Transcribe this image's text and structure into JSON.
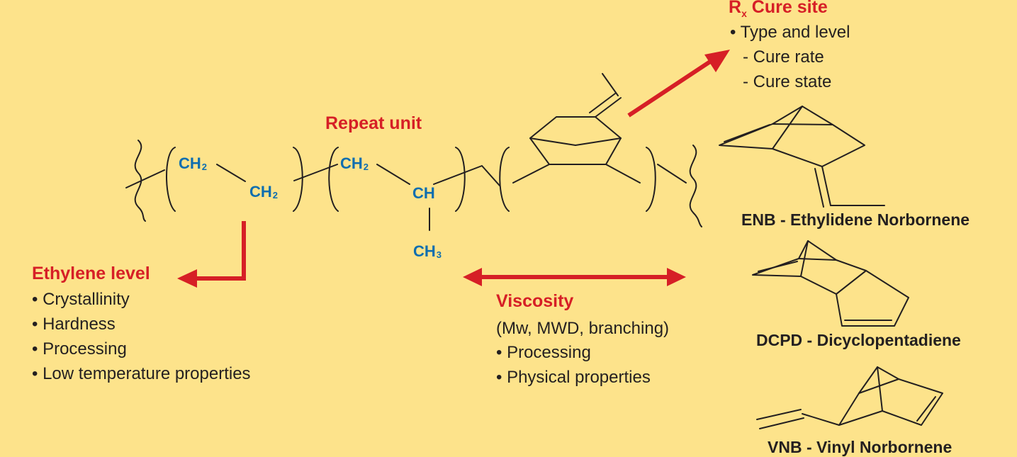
{
  "cure_site": {
    "heading_main": "R",
    "heading_sub": "x",
    "heading_rest": " Cure site",
    "bullet": "• Type and level",
    "sub_items": [
      "- Cure rate",
      "- Cure state"
    ]
  },
  "repeat_unit": "Repeat unit",
  "formulas": {
    "ch2_a": {
      "main": "CH",
      "sub": "2"
    },
    "ch2_b": {
      "main": "CH",
      "sub": "2"
    },
    "ch2_c": {
      "main": "CH",
      "sub": "2"
    },
    "ch": {
      "main": "CH",
      "sub": ""
    },
    "ch3": {
      "main": "CH",
      "sub": "3"
    }
  },
  "ethylene": {
    "heading": "Ethylene level",
    "items": [
      "• Crystallinity",
      "• Hardness",
      "• Processing",
      "• Low temperature properties"
    ]
  },
  "viscosity": {
    "heading": "Viscosity",
    "note": "(Mw, MWD, branching)",
    "items": [
      "• Processing",
      "• Physical properties"
    ]
  },
  "monomers": {
    "enb": "ENB - Ethylidene Norbornene",
    "dcpd": "DCPD - Dicyclopentadiene",
    "vnb": "VNB - Vinyl Norbornene"
  },
  "colors": {
    "background": "#FDE38B",
    "accent_red": "#D61F26",
    "formula_blue": "#0E6EAF",
    "line": "#231F20"
  }
}
